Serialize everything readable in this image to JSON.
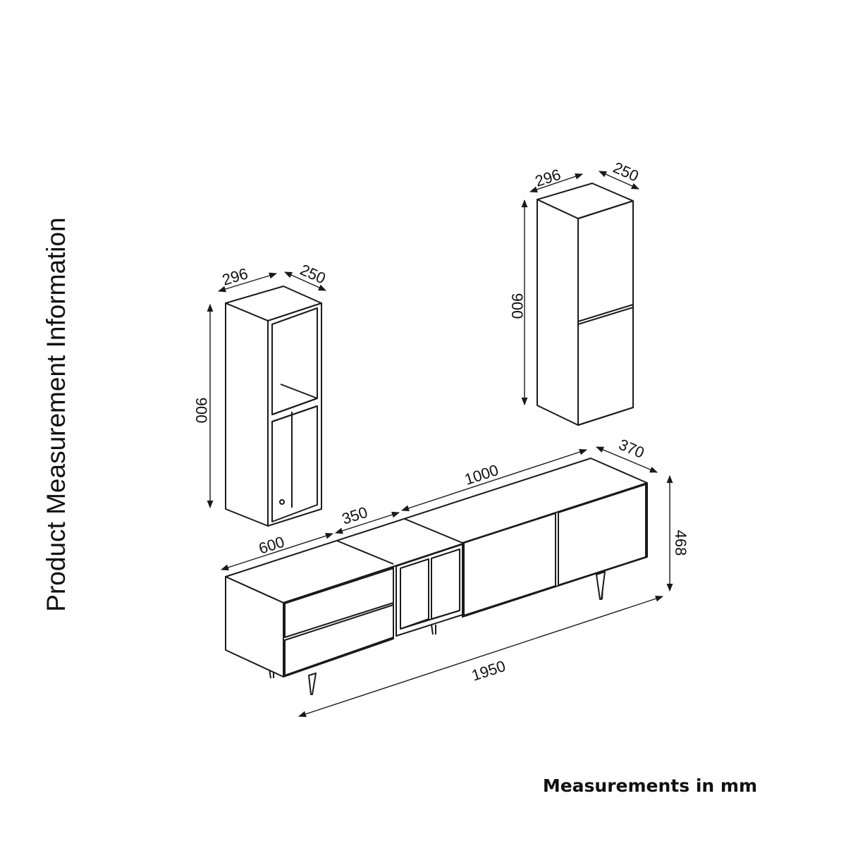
{
  "title": "Product Measurement Information",
  "note": "Measurements in mm",
  "dimensions": {
    "wall_shelf_open": {
      "width": "296",
      "depth": "250",
      "height": "900"
    },
    "wall_cabinet": {
      "width": "296",
      "depth": "250",
      "height": "900"
    },
    "tv_unit": {
      "drawer_section": "600",
      "open_section": "350",
      "door_section": "1000",
      "depth": "370",
      "height": "468",
      "total_length": "1950"
    }
  },
  "colors": {
    "line": "#1a1a1a",
    "background": "#ffffff"
  }
}
